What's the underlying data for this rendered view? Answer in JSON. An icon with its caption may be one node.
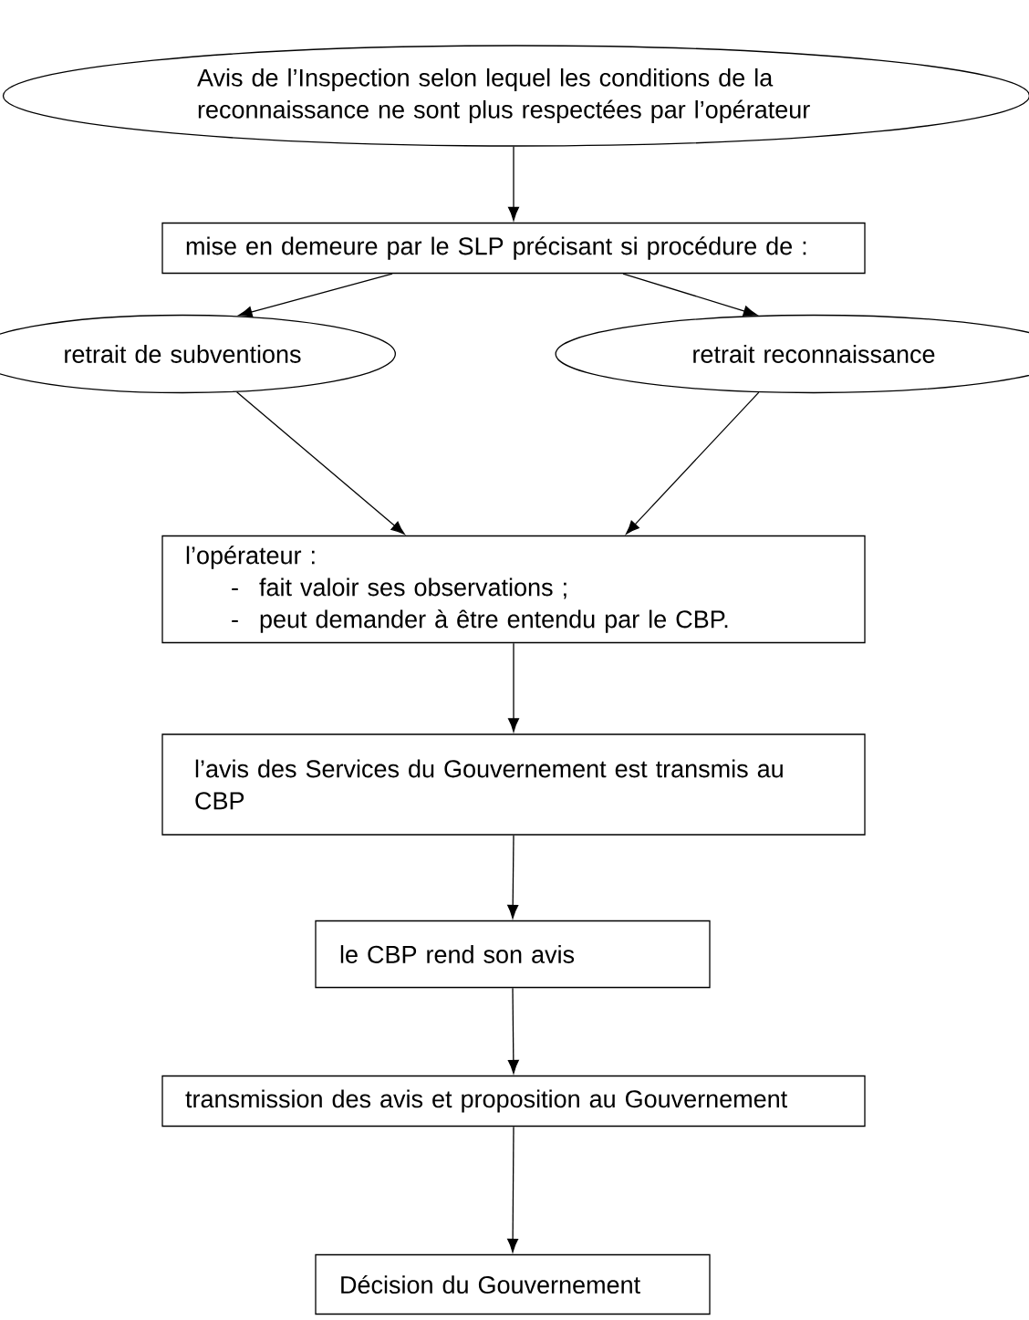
{
  "diagram": {
    "nodes": [
      {
        "text": [
          "Avis de l’Inspection selon lequel les conditions de la reconnaissance ne sont plus respectées par l’opérateur"
        ]
      },
      {
        "text": [
          "mise en demeure par le SLP précisant si procédure de :"
        ]
      },
      {
        "text": [
          "retrait de subventions"
        ]
      },
      {
        "text": [
          "retrait reconnaissance"
        ]
      },
      {
        "text": [
          "l’opérateur :",
          "-",
          "fait valoir ses observations ;",
          "-",
          "peut demander à être entendu par le CBP."
        ]
      },
      {
        "text": [
          "l’avis des Services du Gouvernement est transmis au CBP"
        ]
      },
      {
        "text": [
          "le CBP rend son avis"
        ]
      },
      {
        "text": [
          "transmission des avis et proposition au Gouvernement"
        ]
      },
      {
        "text": [
          "Décision du Gouvernement"
        ]
      }
    ],
    "edges": [
      {
        "from": 0,
        "to": 1,
        "arrow": "to"
      },
      {
        "from": 1,
        "to": 2,
        "arrow": "to"
      },
      {
        "from": 1,
        "to": 3,
        "arrow": "to"
      },
      {
        "from": 2,
        "to": 4,
        "arrow": "to"
      },
      {
        "from": 3,
        "to": 4,
        "arrow": "to"
      },
      {
        "from": 4,
        "to": 5,
        "arrow": "to"
      },
      {
        "from": 5,
        "to": 6,
        "arrow": "to"
      },
      {
        "from": 6,
        "to": 7,
        "arrow": "to"
      },
      {
        "from": 7,
        "to": 8,
        "arrow": "to"
      }
    ]
  }
}
